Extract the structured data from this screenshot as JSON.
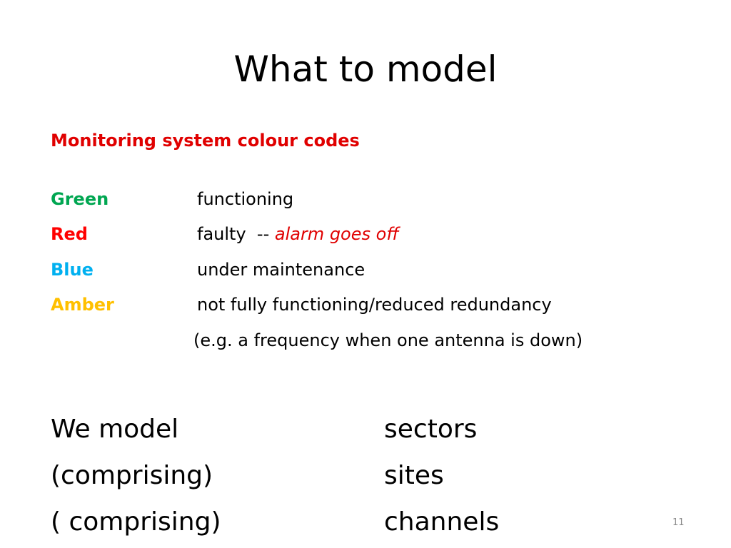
{
  "slide": {
    "title": "What to model",
    "subtitle": "Monitoring system colour codes",
    "page_number": "11"
  },
  "colour_codes": [
    {
      "name": "Green",
      "color": "#00a651",
      "description": "functioning"
    },
    {
      "name": "Red",
      "color": "#ff0000",
      "description": "faulty  -- ",
      "alarm": "alarm goes off"
    },
    {
      "name": "Blue",
      "color": "#00b0f0",
      "description": "under maintenance"
    },
    {
      "name": "Amber",
      "color": "#ffc000",
      "description": "not fully functioning/reduced redundancy"
    }
  ],
  "note": "(e.g. a frequency when one antenna is down)",
  "model": [
    {
      "left": "We model",
      "right": "sectors"
    },
    {
      "left": "(comprising)",
      "right": "sites"
    },
    {
      "left": "( comprising)",
      "right": "channels"
    }
  ],
  "colors": {
    "subtitle": "#e00000",
    "alarm": "#e00000",
    "page_number": "#8a8a8a"
  }
}
